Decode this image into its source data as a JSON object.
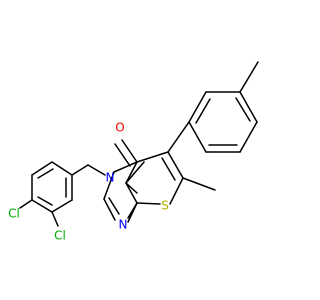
{
  "structure": {
    "atoms": {
      "oxygen": "O",
      "nitrogen_ring": "N",
      "nitrogen_lower": "N",
      "sulfur": "S",
      "chlorine_top": "Cl",
      "chlorine_bottom": "Cl"
    },
    "colors": {
      "bond": "#000000",
      "oxygen": "#ff0000",
      "nitrogen": "#0000ff",
      "sulfur": "#b2b200",
      "chlorine": "#00aa00"
    }
  }
}
